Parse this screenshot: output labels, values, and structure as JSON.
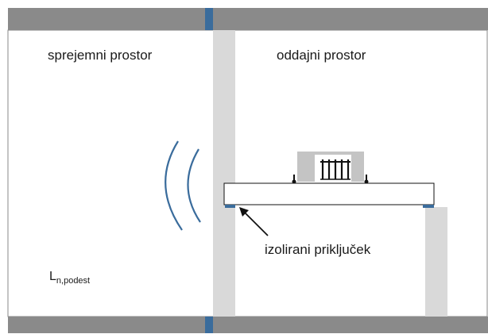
{
  "rooms": {
    "receiving_label": "sprejemni prostor",
    "sending_label": "oddajni prostor"
  },
  "annotations": {
    "isolated_connection": "izolirani priključek",
    "metric_symbol": "L",
    "metric_subscript": "n,podest"
  },
  "colors": {
    "slab": "#8a8a8a",
    "wall": "#d9d9d9",
    "accent": "#3a6c9c",
    "equipment": "#c4c4c4",
    "line": "#111111"
  },
  "icons": {
    "sound_waves": "sound-wave-arcs-icon",
    "arrow": "arrow-icon",
    "equipment": "machine-icon"
  }
}
